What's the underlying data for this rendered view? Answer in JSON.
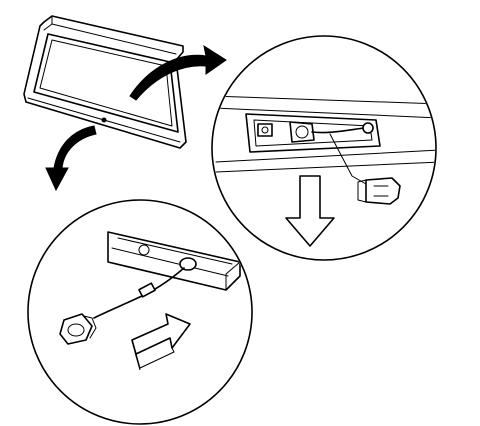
{
  "figure": {
    "panels": [
      {
        "id": "liftgate-overview"
      },
      {
        "id": "detail-bulb-removal"
      },
      {
        "id": "detail-socket-removal"
      }
    ]
  }
}
